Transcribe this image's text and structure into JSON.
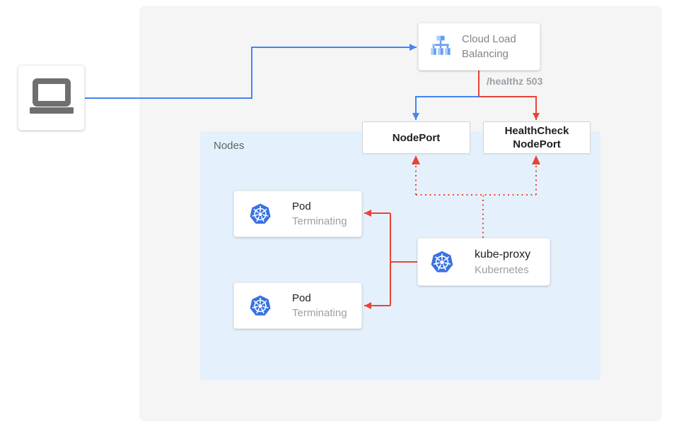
{
  "client": {
    "icon": "laptop-icon"
  },
  "cloud_load_balancing": {
    "label": "Cloud Load Balancing",
    "icon": "load-balancer-icon"
  },
  "edge_labels": {
    "healthz": "/healthz 503"
  },
  "nodes_panel": {
    "label": "Nodes"
  },
  "nodeport": {
    "label": "NodePort"
  },
  "healthcheck_nodeport": {
    "label": "HealthCheck NodePort"
  },
  "pods": [
    {
      "title": "Pod",
      "status": "Terminating",
      "icon": "kubernetes-icon"
    },
    {
      "title": "Pod",
      "status": "Terminating",
      "icon": "kubernetes-icon"
    }
  ],
  "kube_proxy": {
    "title": "kube-proxy",
    "subtitle": "Kubernetes",
    "icon": "kubernetes-icon"
  },
  "edges": [
    {
      "from": "client",
      "to": "cloud-load-balancing",
      "color": "blue",
      "style": "solid"
    },
    {
      "from": "cloud-load-balancing",
      "to": "nodeport",
      "color": "blue",
      "style": "solid"
    },
    {
      "from": "cloud-load-balancing",
      "to": "healthcheck-nodeport",
      "color": "red",
      "style": "solid",
      "label": "/healthz 503"
    },
    {
      "from": "kube-proxy",
      "to": "nodeport",
      "color": "red",
      "style": "dotted"
    },
    {
      "from": "kube-proxy",
      "to": "healthcheck-nodeport",
      "color": "red",
      "style": "dotted"
    },
    {
      "from": "kube-proxy",
      "to": "pod-terminating-1",
      "color": "red",
      "style": "solid"
    },
    {
      "from": "kube-proxy",
      "to": "pod-terminating-2",
      "color": "red",
      "style": "solid"
    }
  ],
  "colors": {
    "flow_blue": "#4285f4",
    "flow_red": "#ea4335",
    "nodes_panel_bg": "#e4f1fc",
    "canvas_bg": "#f5f5f5",
    "kubernetes_blue": "#3871e3",
    "lb_icon_blue": "#669df6",
    "lb_icon_blue_light": "#aecbfa",
    "laptop_gray": "#6f6f6f"
  }
}
